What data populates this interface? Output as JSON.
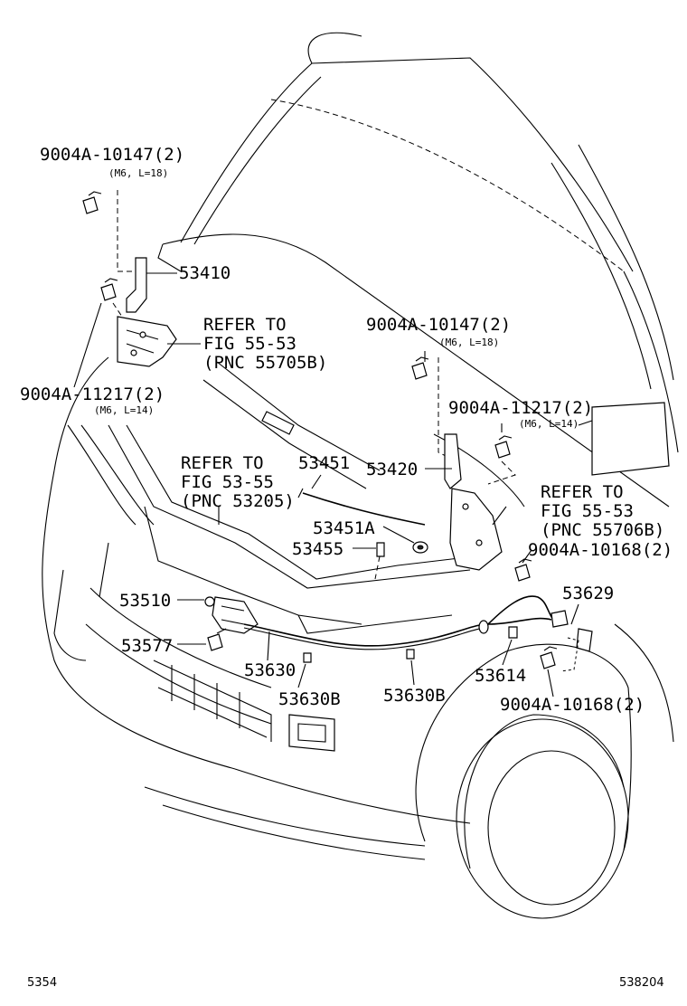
{
  "labels": {
    "bolt_top_left": "9004A-10147(2)",
    "bolt_top_left_spec": "(M6, L=18)",
    "hinge_lh": "53410",
    "refer_lh_1": "REFER TO",
    "refer_lh_2": "FIG 55-53",
    "refer_lh_3": "(PNC 55705B)",
    "bolt_mid_left": "9004A-11217(2)",
    "bolt_mid_left_spec": "(M6, L=14)",
    "bolt_top_right": "9004A-10147(2)",
    "bolt_top_right_spec": "(M6, L=18)",
    "bolt_mid_right": "9004A-11217(2)",
    "bolt_mid_right_spec": "(M6, L=14)",
    "refer_center_1": "REFER TO",
    "refer_center_2": "FIG 53-55",
    "refer_center_3": "(PNC 53205)",
    "support_rod": "53451",
    "hinge_rh": "53420",
    "refer_rh_1": "REFER TO",
    "refer_rh_2": "FIG 55-53",
    "refer_rh_3": "(PNC 55706B)",
    "rod_holder": "53451A",
    "cushion": "53455",
    "bolt_right_upper": "9004A-10168(2)",
    "lock": "53510",
    "release_lever": "53629",
    "bolt_lock": "53577",
    "cable": "53630",
    "clamp_1": "53630B",
    "clamp_2": "53630B",
    "grommet": "53614",
    "bolt_right_lower": "9004A-10168(2)"
  },
  "footer": {
    "left": "5354",
    "right": "538204"
  }
}
